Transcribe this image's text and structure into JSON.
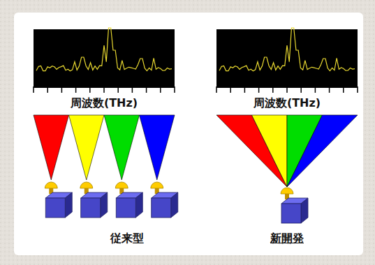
{
  "diagram": {
    "labels": [
      "周波数(THz)",
      "周波数(THz)",
      "従来型",
      "新開発"
    ]
  }
}
